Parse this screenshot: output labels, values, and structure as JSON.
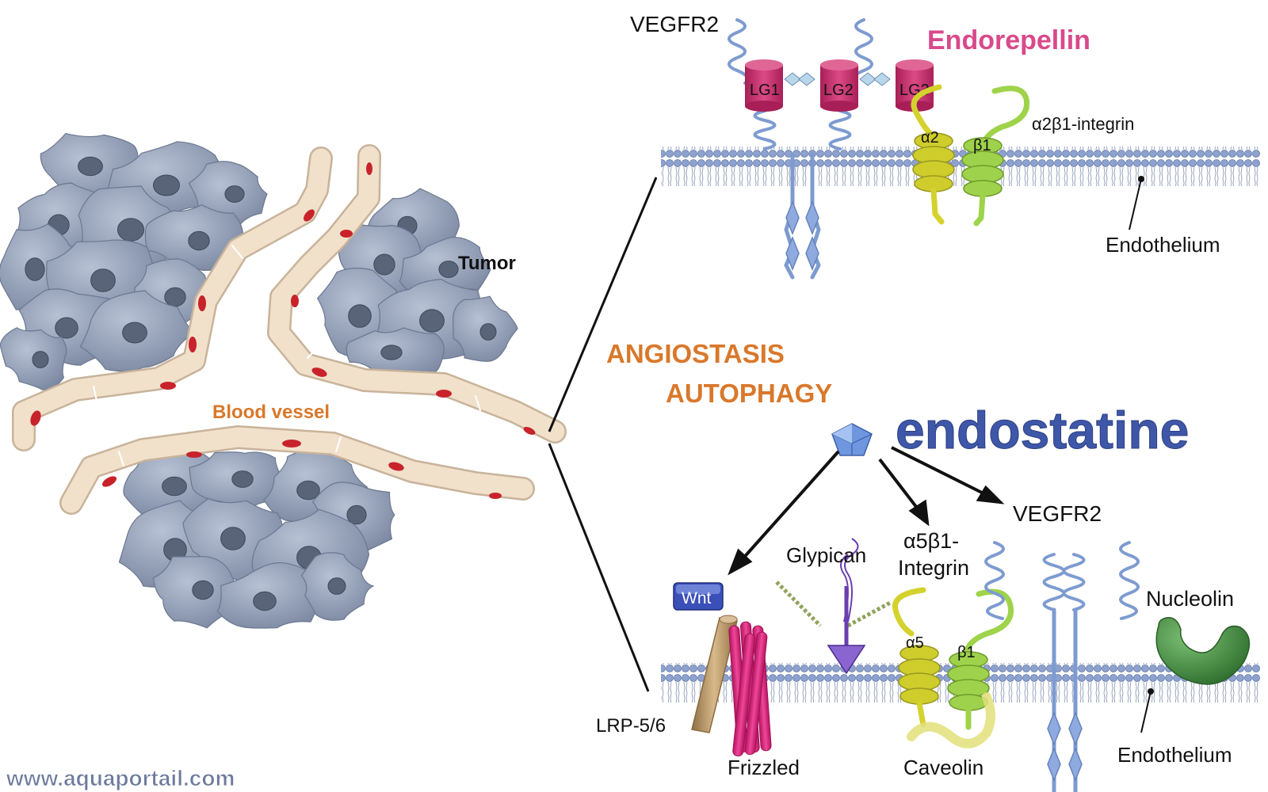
{
  "labels": {
    "tumor": "Tumor",
    "blood_vessel": "Blood vessel",
    "vegfr2_top": "VEGFR2",
    "endorepellin": "Endorepellin",
    "lg1": "LG1",
    "lg2": "LG2",
    "lg3": "LG3",
    "a2b1_integrin": "α2β1-integrin",
    "alpha2": "α2",
    "beta1_top": "β1",
    "endothelium_top": "Endothelium",
    "angiostasis": "ANGIOSTASIS",
    "autophagy": "AUTOPHAGY",
    "endostatine": "endostatine",
    "vegfr2_bottom": "VEGFR2",
    "a5b1_line1": "α5β1-",
    "a5b1_line2": "Integrin",
    "glypican": "Glypican",
    "wnt": "Wnt",
    "nucleolin": "Nucleolin",
    "alpha5": "α5",
    "beta1_bottom": "β1",
    "lrp": "LRP-5/6",
    "frizzled": "Frizzled",
    "caveolin": "Caveolin",
    "endothelium_bottom": "Endothelium",
    "watermark": "www.aquaportail.com"
  },
  "colors": {
    "tumor_cell": "#8e9bb3",
    "vessel": "#efdcc4",
    "vessel_nucleus": "#c8232b",
    "membrane": "#7f93c0",
    "receptor": "#7d9bd0",
    "endorepellin": "#d9498b",
    "lg_domain": "#c8306b",
    "integrin_alpha": "#d4d22d",
    "integrin_beta": "#9ed34a",
    "endostatine_text": "#3e57a8",
    "orange_text": "#d9782b",
    "nucleolin": "#3f8f3e",
    "frizzled": "#e2267f",
    "lrp": "#c4a578",
    "glypican": "#6a3fb0",
    "wnt": "#3b4fb8"
  }
}
